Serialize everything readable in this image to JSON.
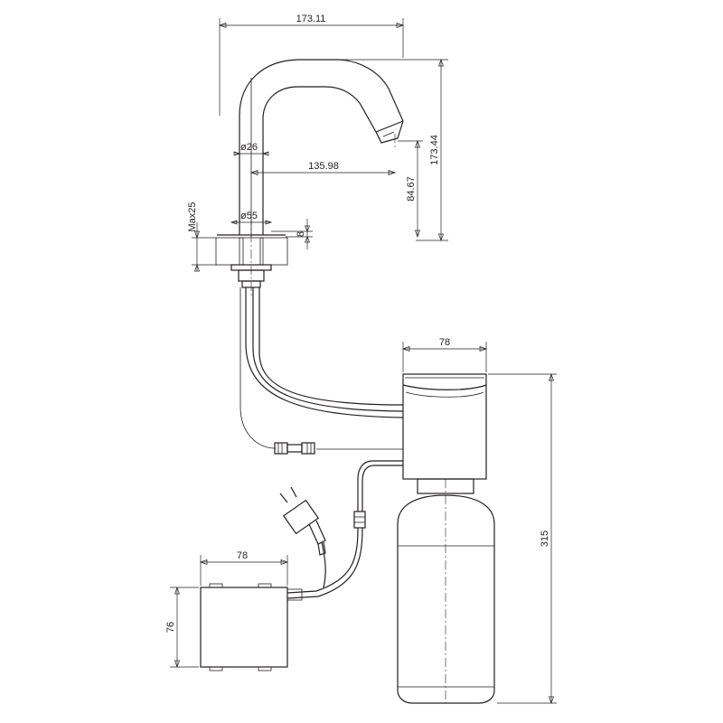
{
  "dimensions": {
    "overall_width": "173.11",
    "overall_height": "173.44",
    "spout_diameter": "ø26",
    "spout_reach": "135.98",
    "spout_height": "84.67",
    "base_diameter": "ø55",
    "max_deck_thickness": "Max25",
    "base_height": "8",
    "control_box_width": "78",
    "cartridge_height": "315",
    "power_box_width": "78",
    "power_box_height": "76"
  },
  "colors": {
    "stroke": "#231f20",
    "background": "#ffffff"
  }
}
